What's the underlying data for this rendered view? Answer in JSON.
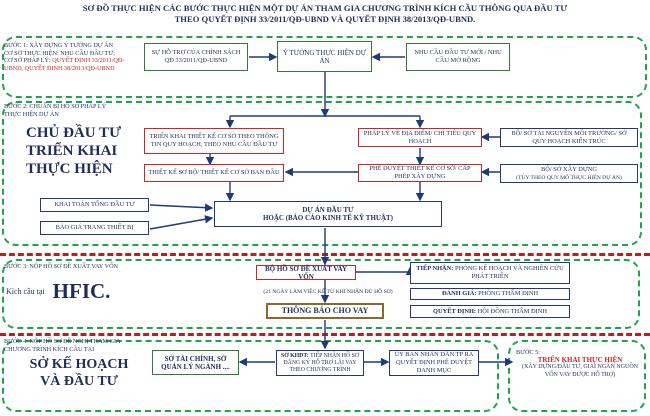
{
  "title": {
    "line1": "SƠ ĐỒ THỰC HIỆN CÁC BƯỚC THỰC HIỆN MỘT DỰ ÁN THAM GIA CHƯƠNG TRÌNH KÍCH CẦU THÔNG QUA ĐẦU TƯ",
    "line2": "THEO QUYẾT ĐỊNH 33/2011/QĐ-UBND VÀ QUYẾT ĐỊNH 38/2013/QĐ-UBND."
  },
  "step1": {
    "label": "Bước 1: Xây dựng ý tưởng dự án",
    "sub1": "Cơ sở thực hiện: Nhu cầu đầu tư;",
    "sub2": "Cơ sở pháp lý:",
    "sub3": "Quyết định 33/2011/QĐ-UBND, Quyết định 38/2013/QĐ-UBND",
    "box_support": "Sự hỗ trợ của chính sách QĐ 33/2011/QĐ-UBND",
    "box_idea": "Ý tưởng thực hiện dự án",
    "box_need": "Nhu cầu đầu tư mới / nhu cầu mở rộng"
  },
  "step2": {
    "label": "Bước 2: Chuẩn bị hồ sơ pháp lý thực hiện dự án",
    "owner_line1": "Chủ đầu tư",
    "owner_line2": "triển khai",
    "owner_line3": "thực hiện",
    "box_design": "Triển khai thiết kế cơ sở theo thông tin quy hoạch, theo nhu cầu đầu tư",
    "box_legal": "Pháp lý về địa điểm/ chỉ tiêu quy hoạch",
    "box_tnmt": "Bộ/ Sở Tài nguyên Môi trường/ Sở Quy hoạch Kiến trúc",
    "box_basic": "Thiết kế sơ bộ/ thiết kế cơ sở ban đầu",
    "box_approve": "Phê duyệt thiết kế cơ sở/ cấp phép xây dựng",
    "box_construct": "Bộ/ Sở Xây dựng",
    "box_construct_sub": "(Tùy theo quy mô thực hiện dự án)",
    "box_estimate": "Khai toán tổng đầu tư",
    "box_quote": "Báo giá trang thiết bị",
    "box_project_1": "Dự án đầu tư",
    "box_project_2": "hoặc (Báo cáo kinh tế kỹ thuật)"
  },
  "step3": {
    "label": "Bước 3: Nộp hồ sơ đề xuất vay vốn",
    "kc_prefix": "Kích cầu tại",
    "kc_org": "HFIC.",
    "box_submit": "Bộ hồ sơ đề xuất vay vốn",
    "note": "(21 ngày làm việc kể từ khi nhận đủ hồ sơ)",
    "box_notice": "Thông báo cho vay",
    "receive_bold": "Tiếp nhận:",
    "receive_text": "Phòng Kế hoạch và Nghiên cứu phát triển",
    "assess_bold": "Đánh giá:",
    "assess_text": "Phòng Thẩm định",
    "decide_bold": "Quyết định:",
    "decide_text": "Hội đồng thẩm định"
  },
  "step4": {
    "label": "Bước 4: Nộp hồ sơ đề nghị tham gia chương trình kích cầu tại",
    "dept_line1": "Sở Kế hoạch",
    "dept_line2": "và Đầu tư",
    "box_finance": "Sở Tài chính, Sở quản lý ngành ....",
    "box_khdt_bold": "Sở KHĐT:",
    "box_khdt_text": "Tiếp nhận hồ sơ đăng ký hỗ trợ lãi vay theo chương trình",
    "box_ubnd": "Ủy ban nhân dân TP ra quyết định phê duyệt danh mục",
    "step5_label": "Bước 5:",
    "step5_title": "Triển khai thực hiện",
    "step5_sub": "(Xây dựng/Đầu tư, giải ngân nguồn vốn vay được hỗ trợ)"
  },
  "colors": {
    "text": "#1f2d5a",
    "region_border": "#22a24a",
    "separator": "#b22222",
    "box_green": "#2e7d32",
    "box_red": "#c62828",
    "arrow": "#1f3a78"
  }
}
